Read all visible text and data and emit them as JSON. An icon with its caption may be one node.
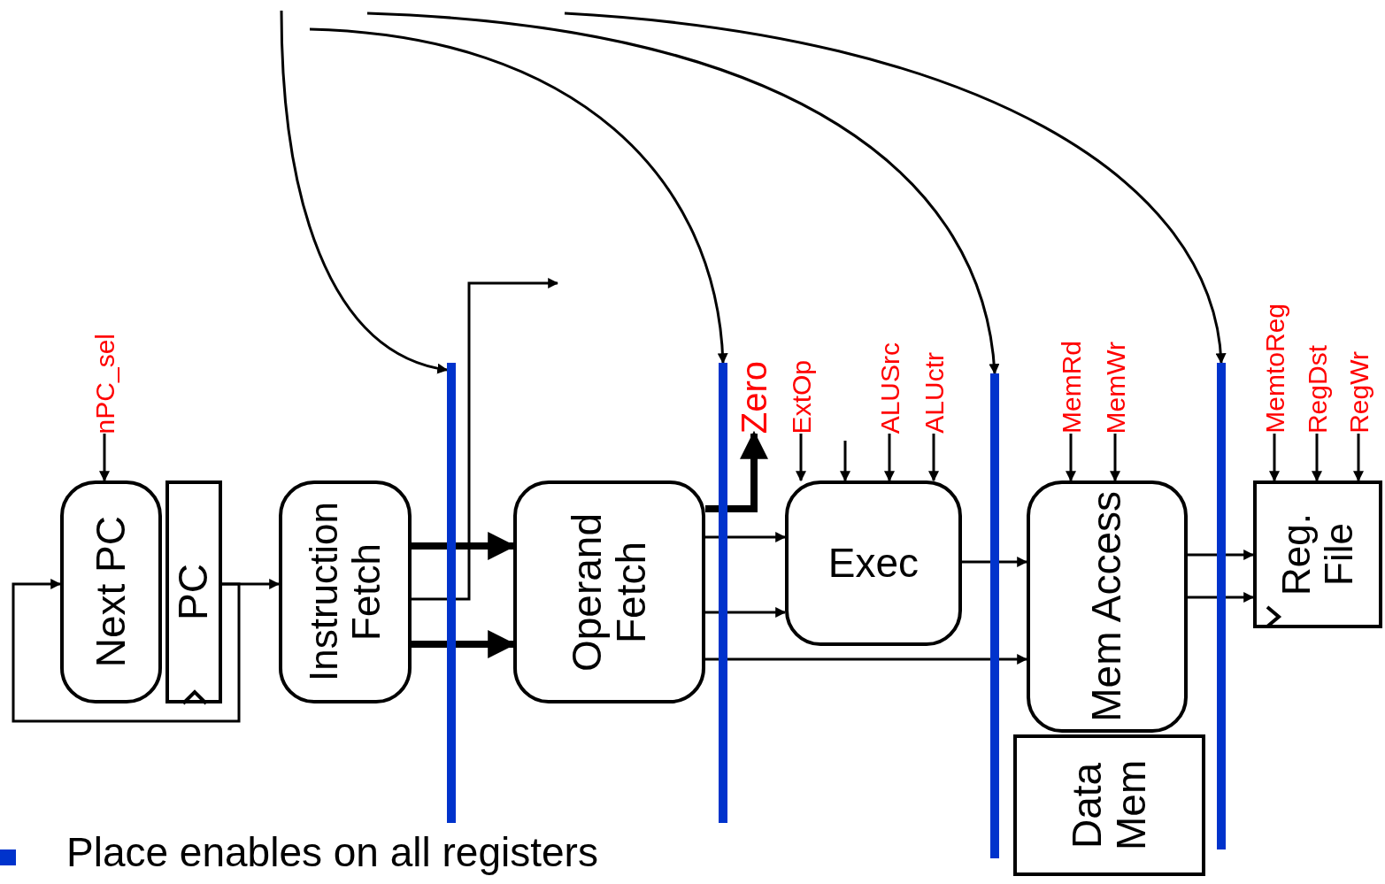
{
  "diagram": {
    "nodes": [
      {
        "text": [
          "Next PC"
        ]
      },
      {
        "text": [
          "PC"
        ]
      },
      {
        "text": [
          "Instruction Fetch"
        ]
      },
      {
        "text": [
          "Operand Fetch"
        ]
      },
      {
        "text": [
          "Exec"
        ]
      },
      {
        "text": [
          "Mem Access"
        ]
      },
      {
        "text": [
          "Data Mem"
        ]
      },
      {
        "text": [
          "Reg. File"
        ]
      },
      {
        "text": [
          "nPC_sel"
        ]
      },
      {
        "text": [
          "Zero"
        ]
      },
      {
        "text": [
          "ExtOp"
        ]
      },
      {
        "text": [
          "ALUSrc"
        ]
      },
      {
        "text": [
          "ALUctr"
        ]
      },
      {
        "text": [
          "MemRd"
        ]
      },
      {
        "text": [
          "MemWr"
        ]
      },
      {
        "text": [
          "MemtoReg"
        ]
      },
      {
        "text": [
          "RegDst"
        ]
      },
      {
        "text": [
          "RegWr"
        ]
      },
      {
        "text": [],
        "shape": "bar"
      },
      {
        "text": [],
        "shape": "bar"
      },
      {
        "text": [],
        "shape": "bar"
      },
      {
        "text": [],
        "shape": "bar"
      }
    ],
    "edges": [
      {
        "from": 8,
        "to": 0,
        "arrow": "to"
      },
      {
        "from": 1,
        "to": 2,
        "arrow": "to"
      },
      {
        "from": 1,
        "to": 0,
        "arrow": "to"
      },
      {
        "from": 2,
        "to": 3,
        "arrow": "to",
        "style": "thick"
      },
      {
        "from": 2,
        "to": 3,
        "arrow": "to",
        "style": "thick"
      },
      {
        "from": 2,
        "to": null,
        "arrow": "to"
      },
      {
        "from": 3,
        "to": 9,
        "arrow": "to",
        "style": "thick"
      },
      {
        "from": 3,
        "to": 4,
        "arrow": "to"
      },
      {
        "from": 3,
        "to": 4,
        "arrow": "to"
      },
      {
        "from": 3,
        "to": 5,
        "arrow": "to"
      },
      {
        "from": 4,
        "to": 5,
        "arrow": "to"
      },
      {
        "from": 5,
        "to": 7,
        "arrow": "to"
      },
      {
        "from": 5,
        "to": 7,
        "arrow": "to"
      },
      {
        "from": 10,
        "to": 4,
        "arrow": "to"
      },
      {
        "from": 11,
        "to": 4,
        "arrow": "to"
      },
      {
        "from": 12,
        "to": 4,
        "arrow": "to"
      },
      {
        "from": null,
        "to": 4,
        "arrow": "to"
      },
      {
        "from": 13,
        "to": 5,
        "arrow": "to"
      },
      {
        "from": 14,
        "to": 5,
        "arrow": "to"
      },
      {
        "from": 15,
        "to": 7,
        "arrow": "to"
      },
      {
        "from": 16,
        "to": 7,
        "arrow": "to"
      },
      {
        "from": 17,
        "to": 7,
        "arrow": "to"
      },
      {
        "from": null,
        "to": 18,
        "arrow": "to"
      },
      {
        "from": null,
        "to": 19,
        "arrow": "to"
      },
      {
        "from": null,
        "to": 20,
        "arrow": "to"
      },
      {
        "from": null,
        "to": 21,
        "arrow": "to"
      }
    ],
    "labels": [
      "Place enables on all registers"
    ]
  }
}
